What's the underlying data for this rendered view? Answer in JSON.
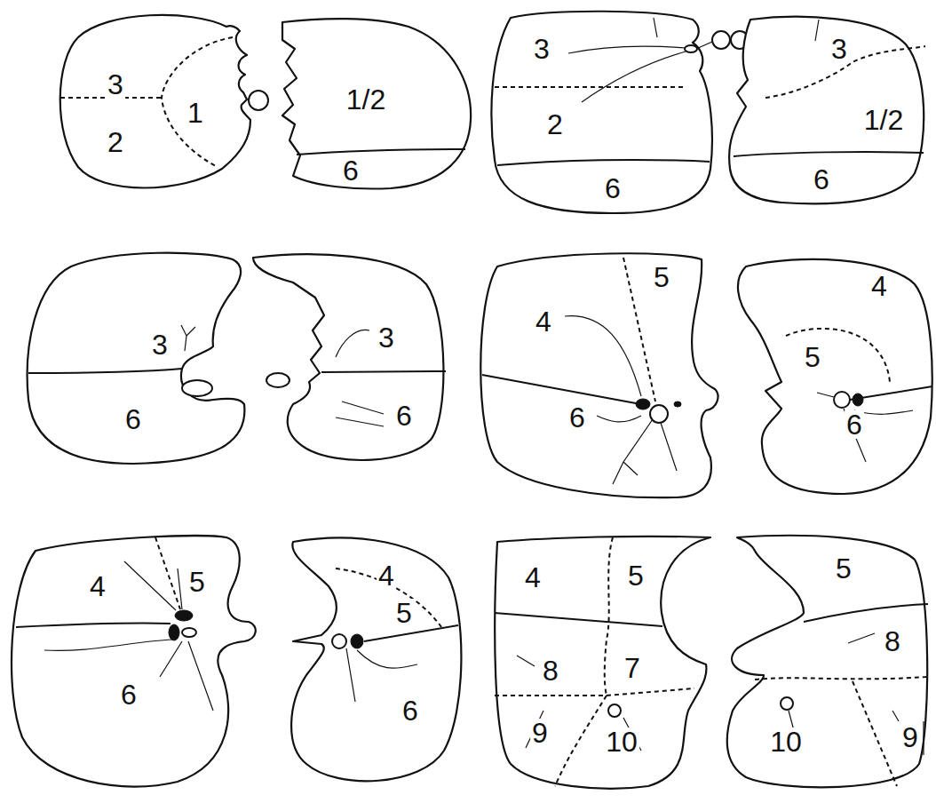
{
  "diagram": {
    "labels": [
      "3",
      "1",
      "2",
      "1/2",
      "6",
      "3",
      "2",
      "6",
      "3",
      "1/2",
      "6",
      "3",
      "6",
      "3",
      "6",
      "5",
      "4",
      "6",
      "4",
      "5",
      "6",
      "4",
      "5",
      "6",
      "4",
      "5",
      "6",
      "4",
      "5",
      "8",
      "7",
      "9",
      "10",
      "5",
      "8",
      "9",
      "10"
    ]
  }
}
